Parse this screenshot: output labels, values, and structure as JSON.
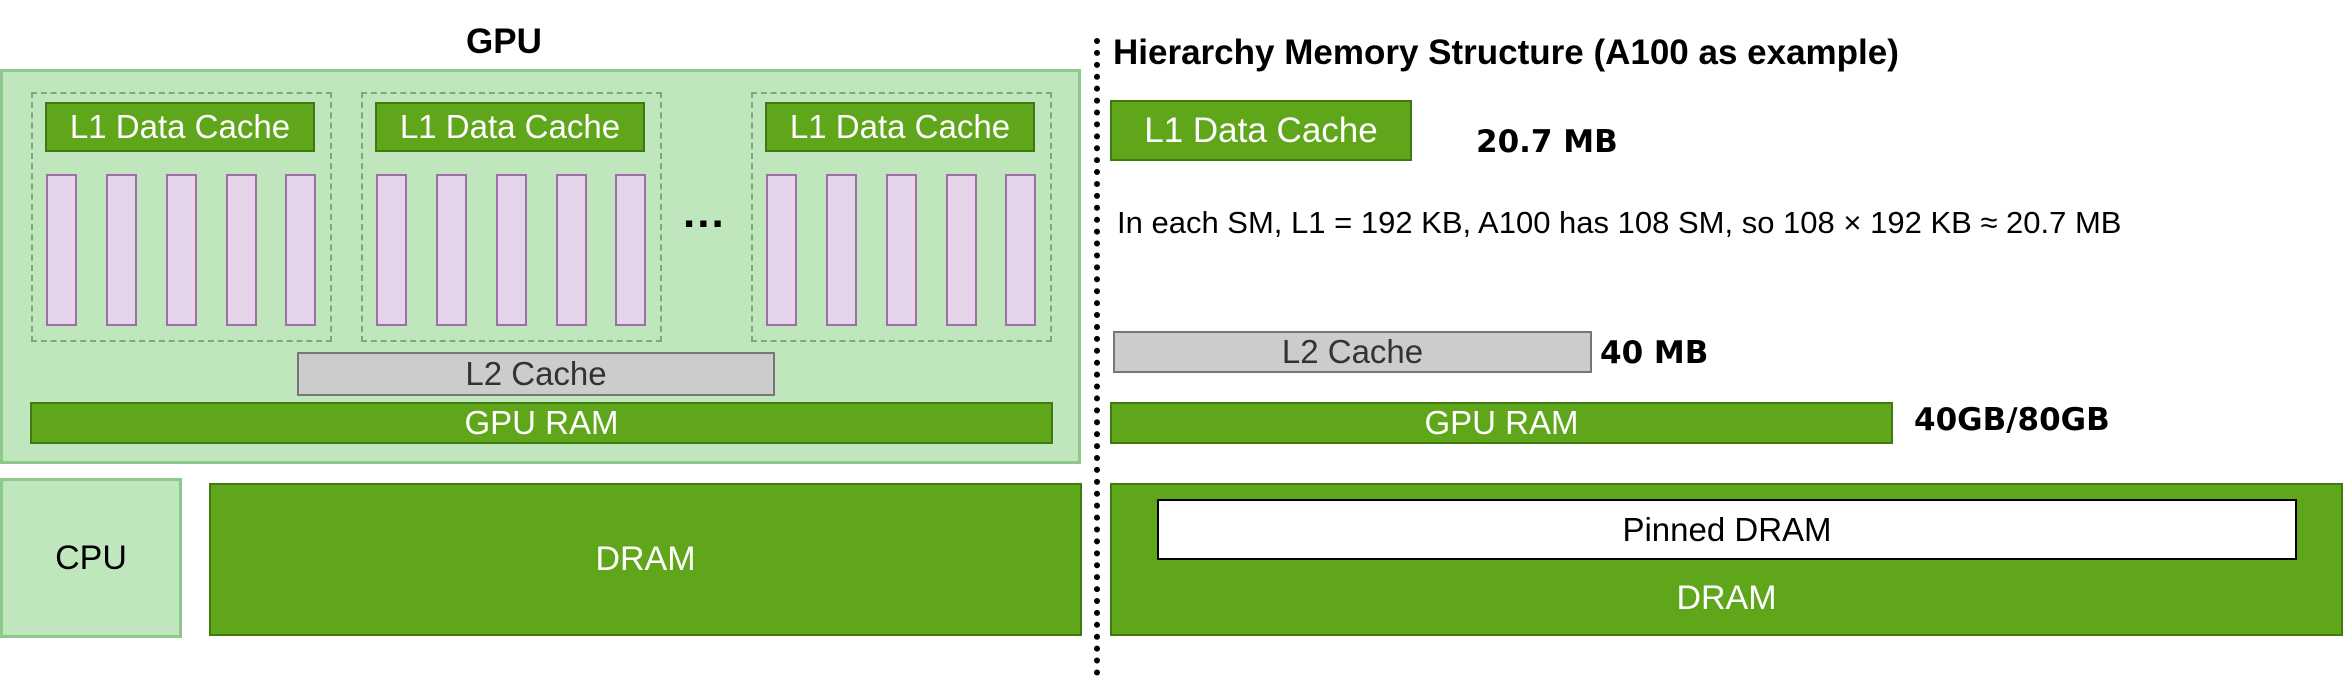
{
  "gpu": {
    "title": "GPU",
    "sm_groups": [
      {
        "l1_label": "L1 Data Cache"
      },
      {
        "l1_label": "L1 Data Cache"
      },
      {
        "l1_label": "L1 Data Cache"
      }
    ],
    "ellipsis": "...",
    "l2_label": "L2 Cache",
    "ram_label": "GPU RAM"
  },
  "host": {
    "cpu_label": "CPU",
    "dram_label": "DRAM"
  },
  "hierarchy": {
    "title": "Hierarchy Memory Structure (A100 as example)",
    "l1": {
      "label": "L1 Data Cache",
      "size": "20.7 MB"
    },
    "l1_note": "In each SM, L1 = 192 KB, A100 has 108 SM, so 108 × 192 KB ≈ 20.7 MB",
    "l2": {
      "label": "L2 Cache",
      "size": "40 MB"
    },
    "gpu_ram": {
      "label": "GPU RAM",
      "size": "40GB/80GB"
    },
    "pinned_dram_label": "Pinned DRAM",
    "dram_label": "DRAM"
  },
  "colors": {
    "nvidia_green": "#5fa61b",
    "light_green_panel": "#c0e6bd",
    "gray_cache": "#cccccc",
    "core_purple": "#e5d4e9"
  }
}
